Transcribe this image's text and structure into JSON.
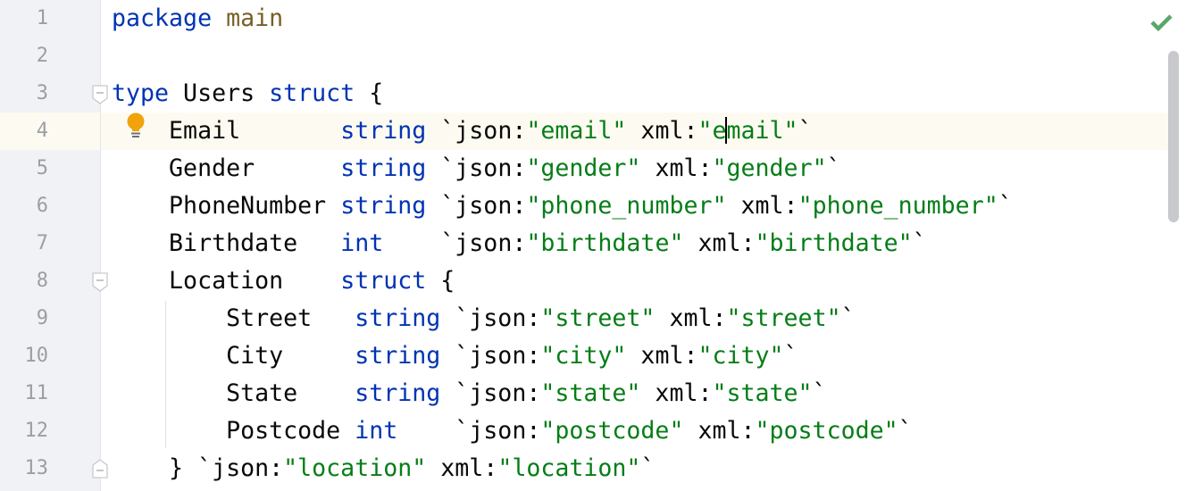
{
  "editor": {
    "language": "Go",
    "current_line": 4,
    "inspection_status": "check-icon",
    "colors": {
      "keyword": "#0033b3",
      "package_name": "#795e26",
      "string": "#067d17",
      "text": "#080808",
      "gutter_bg": "#f1f2f5",
      "current_line_bg": "#fdfbf1",
      "line_number": "#9b9ea4",
      "check": "#59a869",
      "bulb": "#f0a30a"
    },
    "lines": [
      {
        "n": "1"
      },
      {
        "n": "2"
      },
      {
        "n": "3"
      },
      {
        "n": "4"
      },
      {
        "n": "5"
      },
      {
        "n": "6"
      },
      {
        "n": "7"
      },
      {
        "n": "8"
      },
      {
        "n": "9"
      },
      {
        "n": "10"
      },
      {
        "n": "11"
      },
      {
        "n": "12"
      },
      {
        "n": "13"
      }
    ],
    "code": {
      "l1": {
        "kw": "package",
        "sp": " ",
        "name": "main"
      },
      "l3": {
        "kw1": "type",
        "name": " Users ",
        "kw2": "struct",
        "rest": " {"
      },
      "l4": {
        "field": "    Email       ",
        "type": "string",
        "t1": " `json:",
        "s1": "\"email\"",
        "t2": " xml:",
        "s2": "\"email\"",
        "t3": "`"
      },
      "l5": {
        "field": "    Gender      ",
        "type": "string",
        "t1": " `json:",
        "s1": "\"gender\"",
        "t2": " xml:",
        "s2": "\"gender\"",
        "t3": "`"
      },
      "l6": {
        "field": "    PhoneNumber ",
        "type": "string",
        "t1": " `json:",
        "s1": "\"phone_number\"",
        "t2": " xml:",
        "s2": "\"phone_number\"",
        "t3": "`"
      },
      "l7": {
        "field": "    Birthdate   ",
        "type": "int",
        "t1": "    `json:",
        "s1": "\"birthdate\"",
        "t2": " xml:",
        "s2": "\"birthdate\"",
        "t3": "`"
      },
      "l8": {
        "field": "    Location    ",
        "type": "struct",
        "rest": " {"
      },
      "l9": {
        "field": "        Street   ",
        "type": "string",
        "t1": " `json:",
        "s1": "\"street\"",
        "t2": " xml:",
        "s2": "\"street\"",
        "t3": "`"
      },
      "l10": {
        "field": "        City     ",
        "type": "string",
        "t1": " `json:",
        "s1": "\"city\"",
        "t2": " xml:",
        "s2": "\"city\"",
        "t3": "`"
      },
      "l11": {
        "field": "        State    ",
        "type": "string",
        "t1": " `json:",
        "s1": "\"state\"",
        "t2": " xml:",
        "s2": "\"state\"",
        "t3": "`"
      },
      "l12": {
        "field": "        Postcode ",
        "type": "int",
        "t1": "    `json:",
        "s1": "\"postcode\"",
        "t2": " xml:",
        "s2": "\"postcode\"",
        "t3": "`"
      },
      "l13": {
        "t1": "    } `json:",
        "s1": "\"location\"",
        "t2": " xml:",
        "s2": "\"location\"",
        "t3": "`"
      }
    }
  }
}
